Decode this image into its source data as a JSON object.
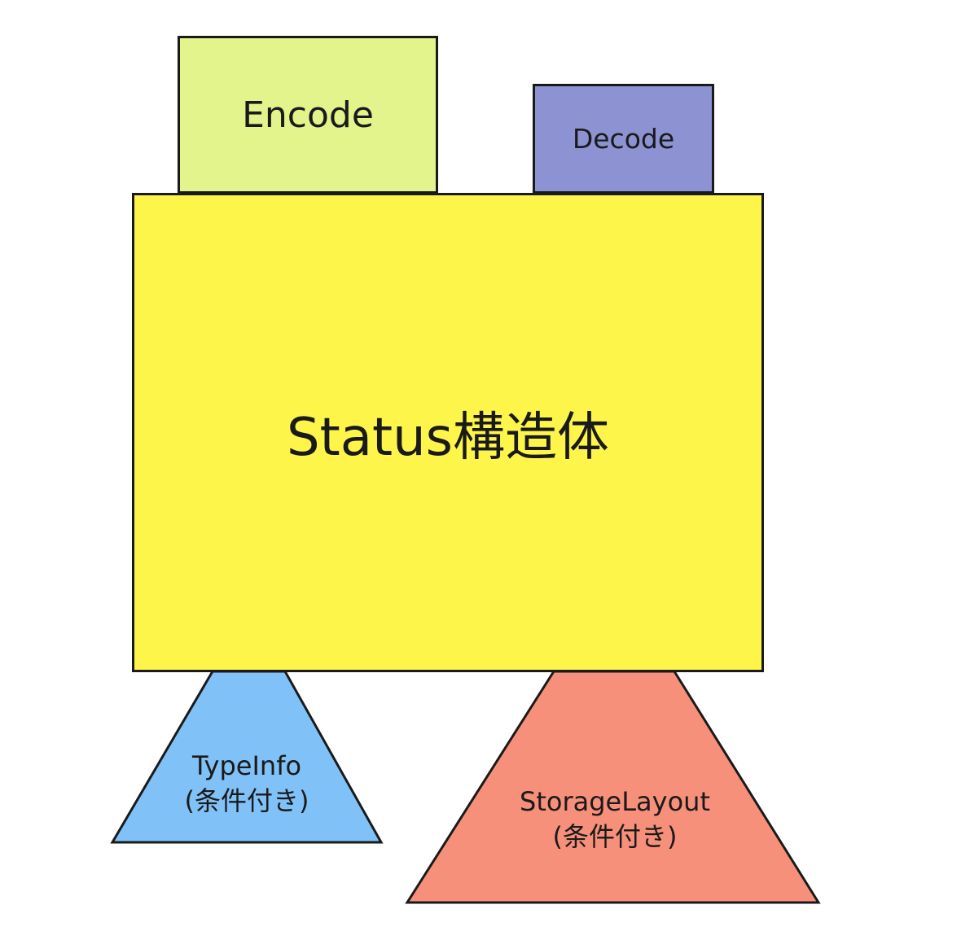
{
  "diagram": {
    "boxes": {
      "encode": {
        "label": "Encode",
        "color": "#e3f48d"
      },
      "decode": {
        "label": "Decode",
        "color": "#8c92d2"
      },
      "status": {
        "label": "Status構造体",
        "color": "#fef54a"
      }
    },
    "triangles": {
      "typeinfo": {
        "line1": "TypeInfo",
        "line2": "(条件付き)",
        "color": "#80c2f8"
      },
      "storage": {
        "line1": "StorageLayout",
        "line2": "(条件付き)",
        "color": "#f7907b"
      }
    },
    "stroke_color": "#1a1a1a"
  }
}
